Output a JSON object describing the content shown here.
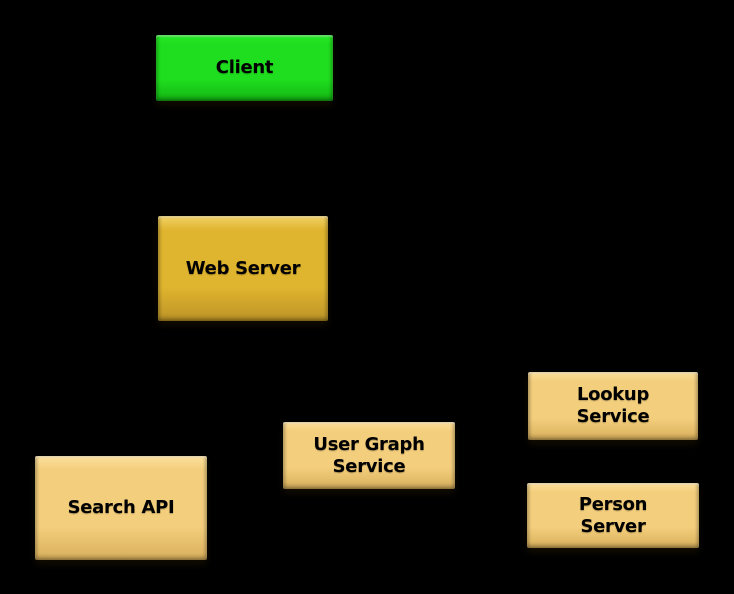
{
  "diagram": {
    "title": "service-architecture-diagram",
    "background_color": "#000000",
    "node_text_color": "#000000",
    "nodes": [
      {
        "id": "client",
        "label": "Client",
        "fill": "#1fdd1f",
        "fill_light": "#27ea27",
        "fill_dark": "#13b513",
        "text_color": "#000000"
      },
      {
        "id": "web-server",
        "label": "Web Server",
        "fill": "#dfb42e",
        "fill_light": "#f2d266",
        "fill_dark": "#bd9428",
        "text_color": "#000000"
      },
      {
        "id": "search-api",
        "label": "Search API",
        "fill": "#f3ce7c",
        "fill_light": "#fce09c",
        "fill_dark": "#d9b05c",
        "text_color": "#000000"
      },
      {
        "id": "user-graph-service",
        "label": "User Graph\nService",
        "fill": "#f3ce7c",
        "fill_light": "#fce09c",
        "fill_dark": "#d9b05c",
        "text_color": "#000000"
      },
      {
        "id": "lookup-service",
        "label": "Lookup\nService",
        "fill": "#f3ce7c",
        "fill_light": "#fce09c",
        "fill_dark": "#d9b05c",
        "text_color": "#000000"
      },
      {
        "id": "person-server",
        "label": "Person\nServer",
        "fill": "#f3ce7c",
        "fill_light": "#fce09c",
        "fill_dark": "#d9b05c",
        "text_color": "#000000"
      }
    ]
  }
}
